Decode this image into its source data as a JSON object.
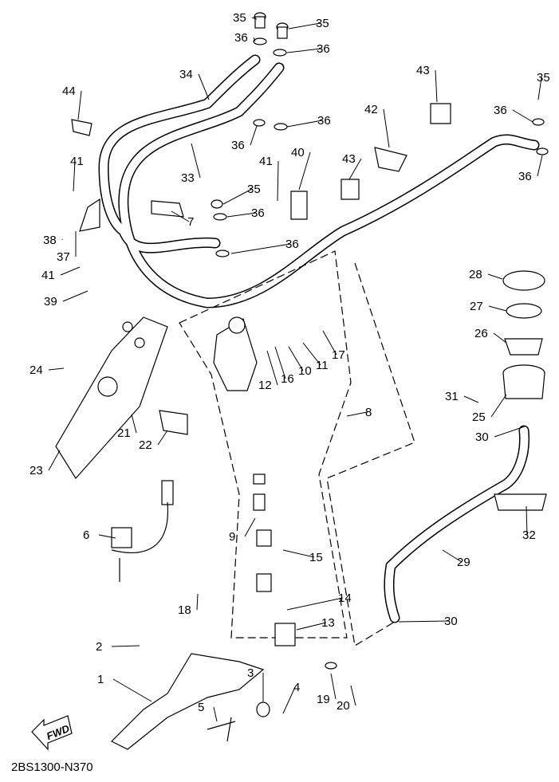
{
  "diagram_code": "2BS1300-N370",
  "fwd_label": "FWD",
  "callouts": [
    "35",
    "35",
    "36",
    "36",
    "34",
    "44",
    "43",
    "35",
    "36",
    "42",
    "36",
    "36",
    "33",
    "40",
    "43",
    "41",
    "41",
    "35",
    "36",
    "36",
    "7",
    "38",
    "37",
    "36",
    "41",
    "39",
    "28",
    "27",
    "26",
    "17",
    "11",
    "10",
    "16",
    "12",
    "24",
    "31",
    "25",
    "8",
    "21",
    "22",
    "30",
    "23",
    "6",
    "9",
    "32",
    "29",
    "15",
    "14",
    "18",
    "13",
    "30",
    "2",
    "1",
    "3",
    "4",
    "19",
    "20",
    "5"
  ]
}
